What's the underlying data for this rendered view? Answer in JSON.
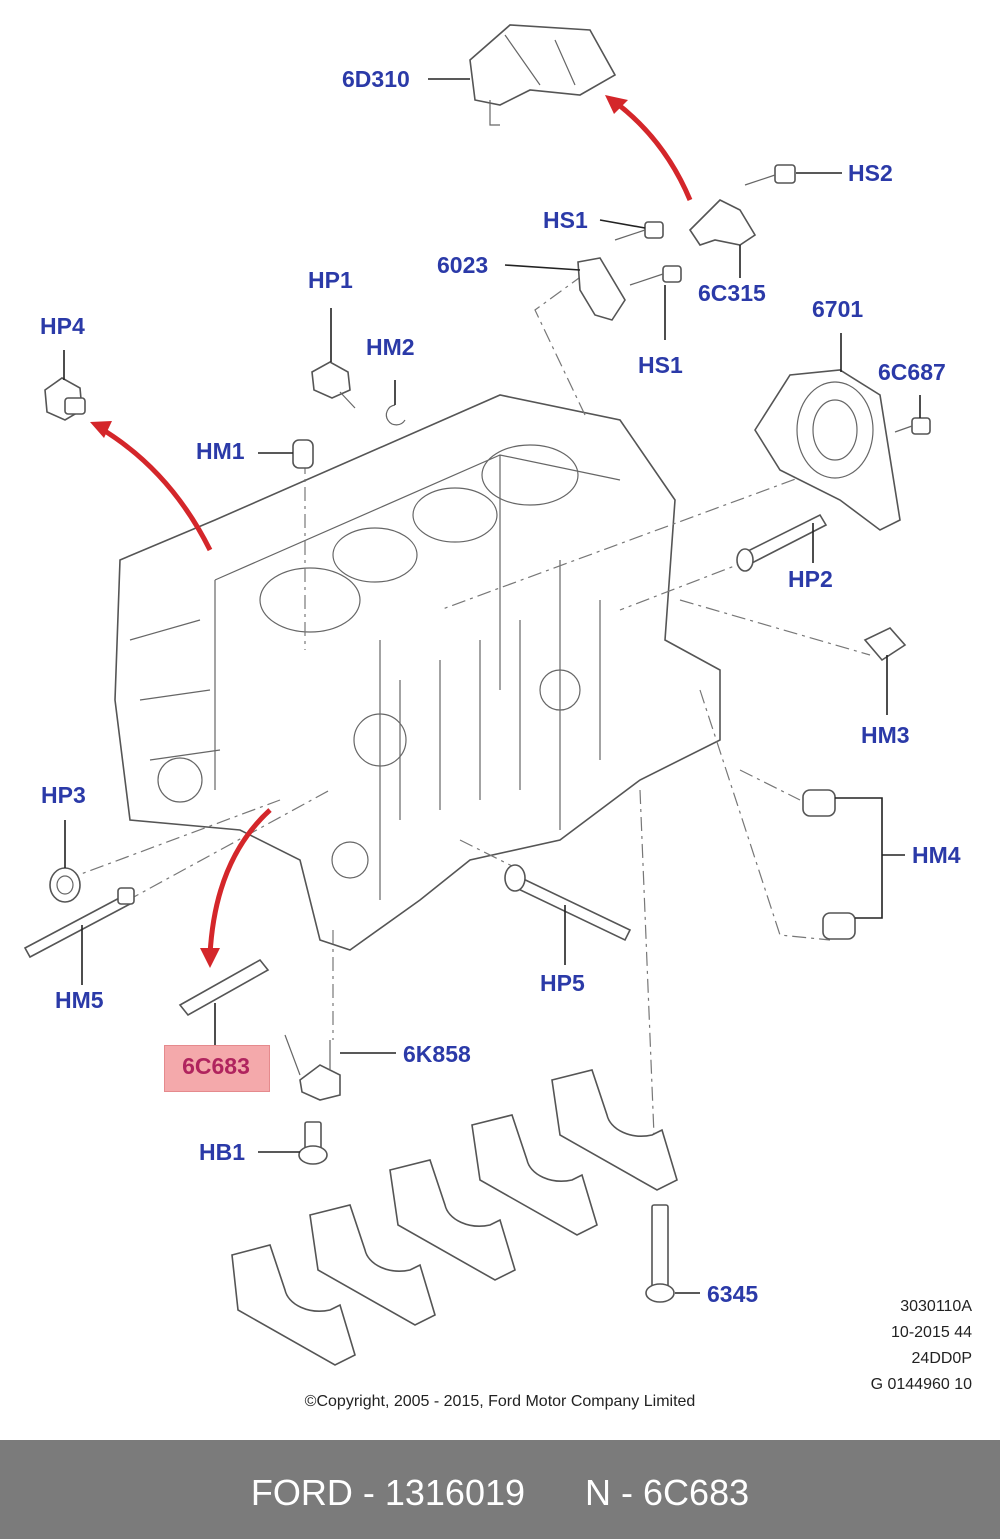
{
  "labels": {
    "6D310": "6D310",
    "HS2": "HS2",
    "HS1_top": "HS1",
    "6023": "6023",
    "6C315": "6C315",
    "HS1_bottom": "HS1",
    "HP1": "HP1",
    "HM2": "HM2",
    "HP4": "HP4",
    "6701": "6701",
    "6C687": "6C687",
    "HM1": "HM1",
    "HP2": "HP2",
    "HM3": "HM3",
    "HP3": "HP3",
    "HM4": "HM4",
    "HM5": "HM5",
    "HP5": "HP5",
    "6C683": "6C683",
    "6K858": "6K858",
    "HB1": "HB1",
    "6345": "6345"
  },
  "highlighted_part": "6C683",
  "meta": {
    "line1": "3030110A",
    "line2": "10-2015 44",
    "line3": "24DD0P",
    "line4": "G 0144960 10"
  },
  "copyright": "©Copyright, 2005 - 2015, Ford Motor Company Limited",
  "footer": {
    "text": "FORD - 1316019      N - 6C683"
  },
  "colors": {
    "label": "#2b3aa8",
    "highlight_bg": "#f4a9ab",
    "highlight_text": "#b0245e",
    "arrow": "#d4262a",
    "footer_bg": "#7b7b7b",
    "footer_text": "#ffffff"
  }
}
